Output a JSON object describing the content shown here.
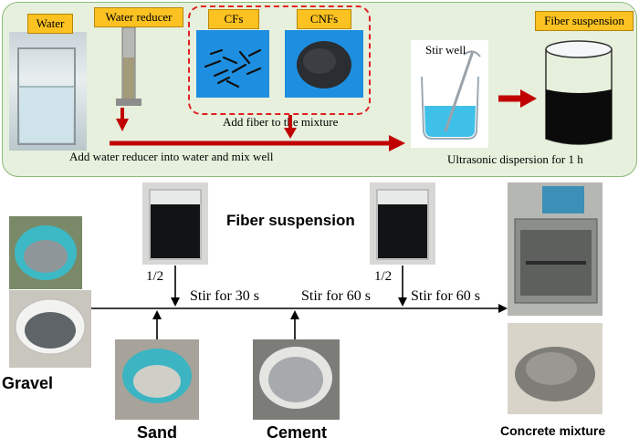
{
  "top_panel": {
    "labels": {
      "water": "Water",
      "water_reducer": "Water reducer",
      "cfs": "CFs",
      "cnfs": "CNFs",
      "fiber_suspension": "Fiber suspension"
    },
    "add_fiber_text": "Add  fiber  to the mixture",
    "stir_well_text": "Stir well",
    "add_reducer_text": "Add water reducer into  water and mix well",
    "ultrasonic_text": "Ultrasonic dispersion for 1 h"
  },
  "bottom_flow": {
    "fiber_suspension_title": "Fiber suspension",
    "half_left": "1/2",
    "half_right": "1/2",
    "stir_30": "Stir for 30 s",
    "stir_60_a": "Stir for 60 s",
    "stir_60_b": "Stir for 60 s",
    "gravel": "Gravel",
    "sand": "Sand",
    "cement": "Cement",
    "concrete_mixture": "Concrete mixture"
  },
  "colors": {
    "panel_fill": "#e6f0dc",
    "panel_border": "#8fb97a",
    "tag_fill": "#fcc221",
    "red_arrow": "#c00000",
    "dashed_box": "#e02020",
    "fiber_panel_bg": "#1e8fe0"
  }
}
